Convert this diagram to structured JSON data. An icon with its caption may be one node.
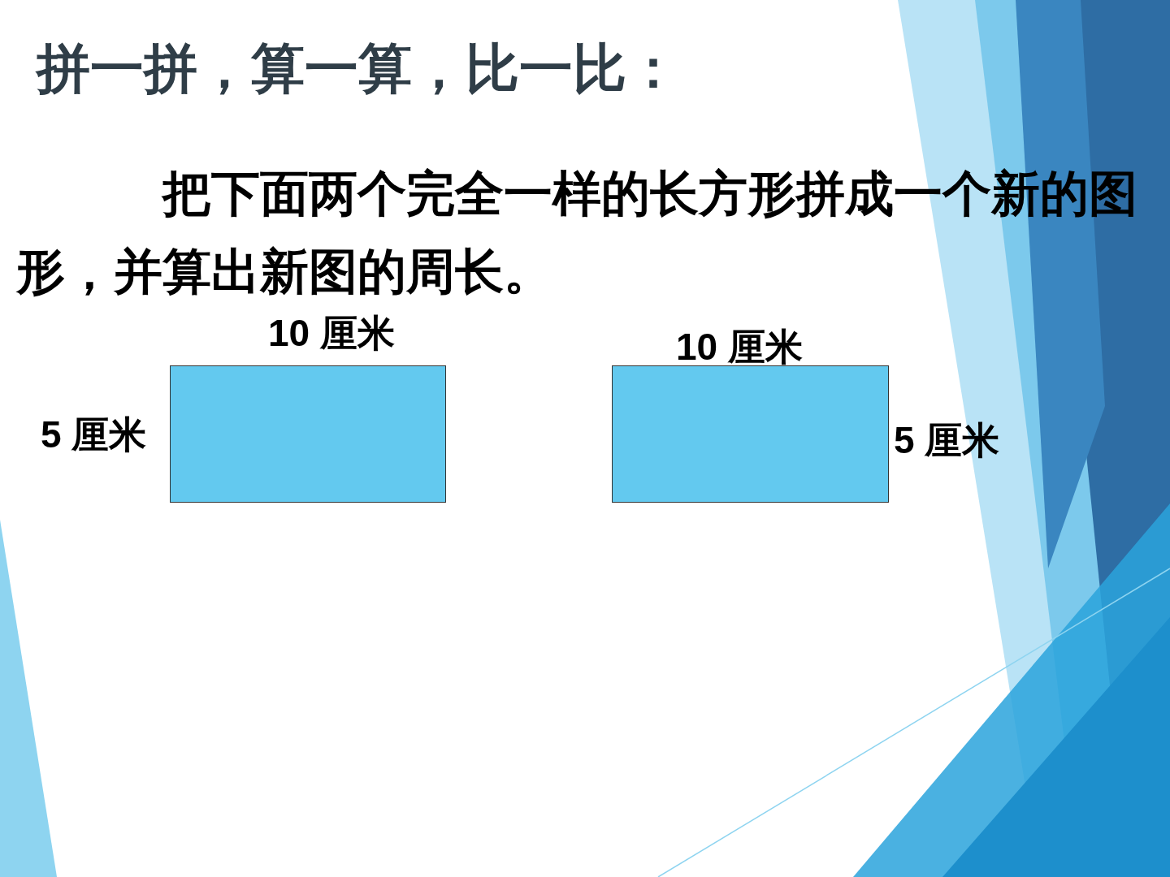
{
  "diagram": {
    "title": "拼一拼，算一算，比一比：",
    "nodes": [
      {
        "text": [],
        "shape": "box"
      },
      {
        "text": [],
        "shape": "box"
      }
    ],
    "labels": [
      "把下面两个完全一样的长方形拼成一个新的图形，并算出新图的周长。",
      "10 厘米",
      "10 厘米",
      "5 厘米",
      "5 厘米"
    ]
  }
}
